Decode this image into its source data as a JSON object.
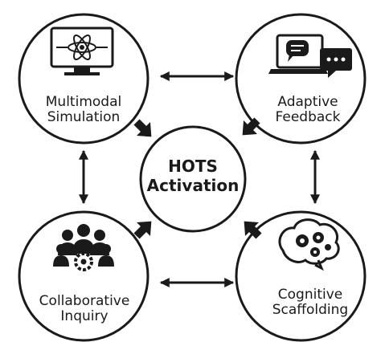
{
  "center": {
    "line1": "HOTS",
    "line2": "Activation"
  },
  "nodes": {
    "top_left": {
      "line1": "Multimodal",
      "line2": "Simulation",
      "icon": "atom-monitor-icon"
    },
    "top_right": {
      "line1": "Adaptive",
      "line2": "Feedback",
      "icon": "laptop-chat-icon"
    },
    "bottom_left": {
      "line1": "Collaborative",
      "line2": "Inquiry",
      "icon": "team-gear-icon"
    },
    "bottom_right": {
      "line1": "Cognitive",
      "line2": "Scaffolding",
      "icon": "brain-gears-icon"
    }
  },
  "colors": {
    "ink": "#1a1a1a",
    "background": "#ffffff"
  }
}
